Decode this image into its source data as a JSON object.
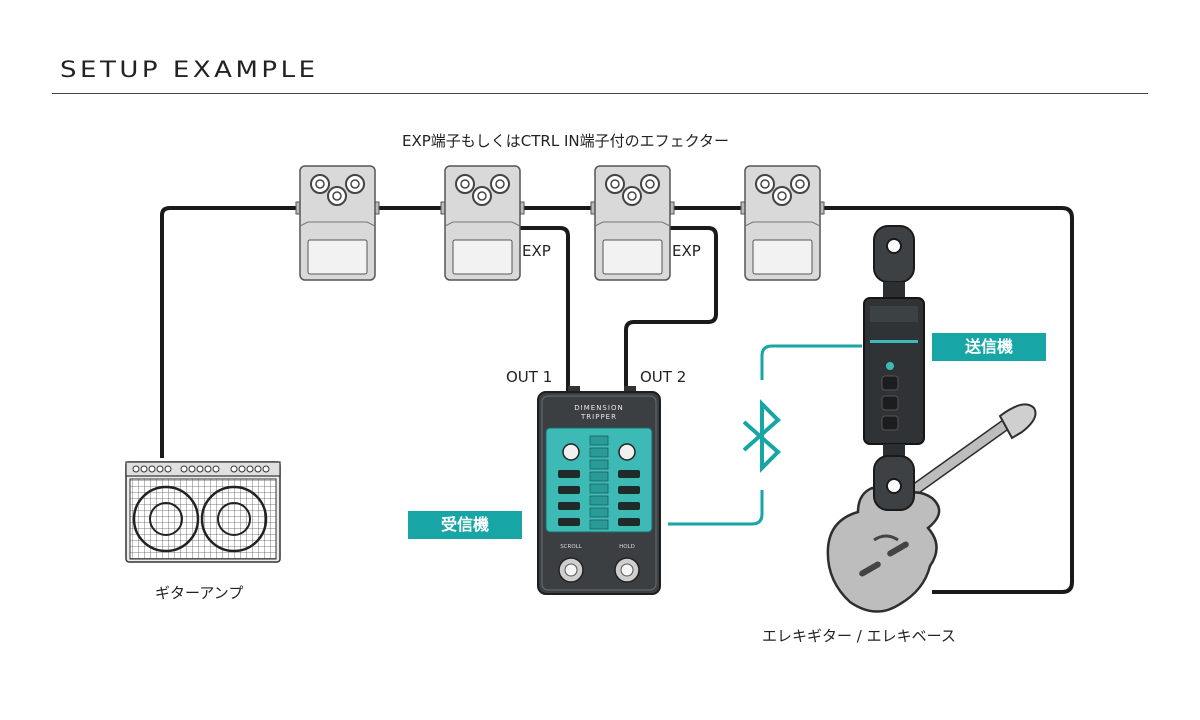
{
  "section_title": "SETUP EXAMPLE",
  "effects_label": "EXP端子もしくはCTRL IN端子付のエフェクター",
  "exp_labels": [
    "EXP",
    "EXP"
  ],
  "out_labels": [
    "OUT 1",
    "OUT 2"
  ],
  "receiver": {
    "badge": "受信機",
    "brand_line1": "DIMENSION",
    "brand_line2": "TRIPPER",
    "switch_left": "SCROLL",
    "switch_right": "HOLD"
  },
  "transmitter": {
    "badge": "送信機"
  },
  "amp_label": "ギターアンプ",
  "guitar_label": "エレキギター / エレキベース",
  "colors": {
    "accent": "#17a5a5",
    "cable": "#1a1a1a",
    "pedal_body": "#d9d9d9"
  },
  "icons": [
    "bluetooth-icon"
  ]
}
